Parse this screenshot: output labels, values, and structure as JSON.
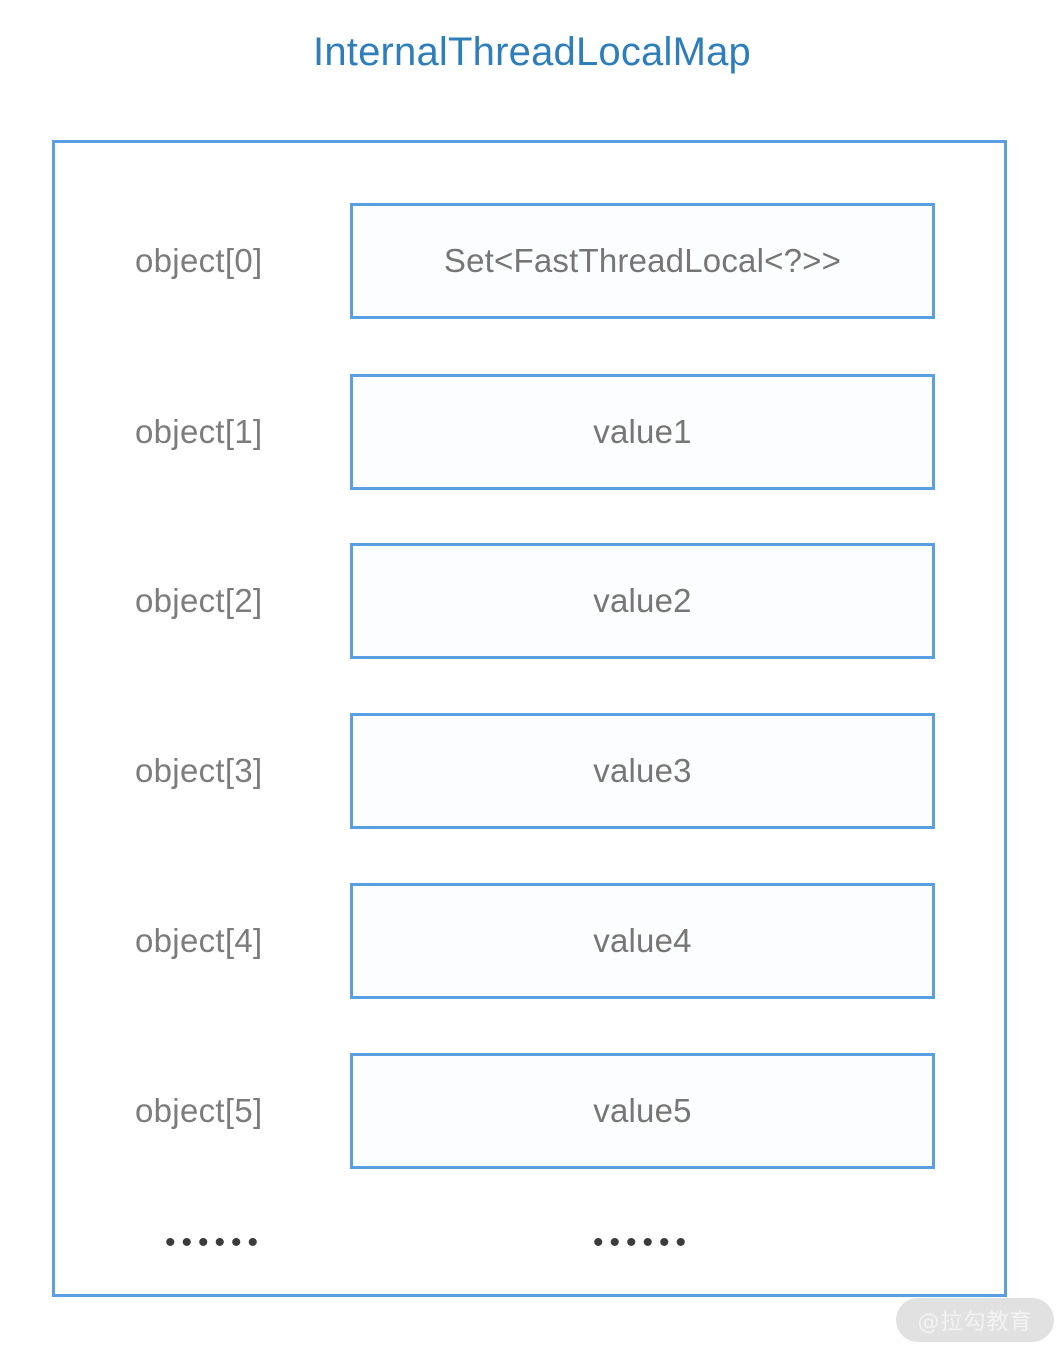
{
  "title": "InternalThreadLocalMap",
  "colors": {
    "title_blue": "#2E7EBB",
    "border_blue": "#5B9FE3",
    "label_gray": "#7C7C7C",
    "value_gray": "#767676",
    "background": "#FFFFFF",
    "watermark_pill": "#DCDCDC"
  },
  "slots": [
    {
      "label": "object[0]",
      "value": "Set<FastThreadLocal<?>>"
    },
    {
      "label": "object[1]",
      "value": "value1"
    },
    {
      "label": "object[2]",
      "value": "value2"
    },
    {
      "label": "object[3]",
      "value": "value3"
    },
    {
      "label": "object[4]",
      "value": "value4"
    },
    {
      "label": "object[5]",
      "value": "value5"
    }
  ],
  "ellipsis": {
    "left": "••••••",
    "right": "••••••"
  },
  "watermark": {
    "text": "@拉勾教育"
  }
}
